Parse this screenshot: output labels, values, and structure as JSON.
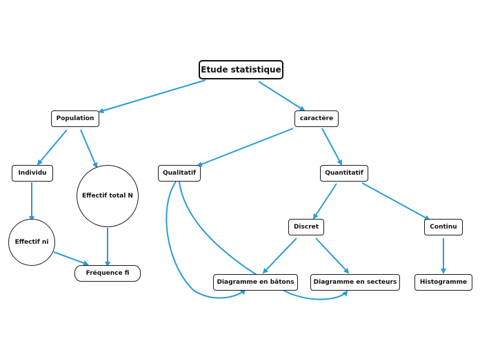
{
  "nodes": {
    "root": "Etude statistique",
    "population": "Population",
    "caractere": "caractère",
    "individu": "Individu",
    "effectif_total": "Effectif total N",
    "effectif_ni": "Effectif ni",
    "frequence": "Fréquence fi",
    "qualitatif": "Qualitatif",
    "quantitatif": "Quantitatif",
    "discret": "Discret",
    "continu": "Continu",
    "diagramme_batons": "Diagramme en bâtons",
    "diagramme_secteurs": "Diagramme en secteurs",
    "histogramme": "Histogramme"
  },
  "colors": {
    "edge": "#2a9ad8",
    "border": "#1a1a1a"
  }
}
